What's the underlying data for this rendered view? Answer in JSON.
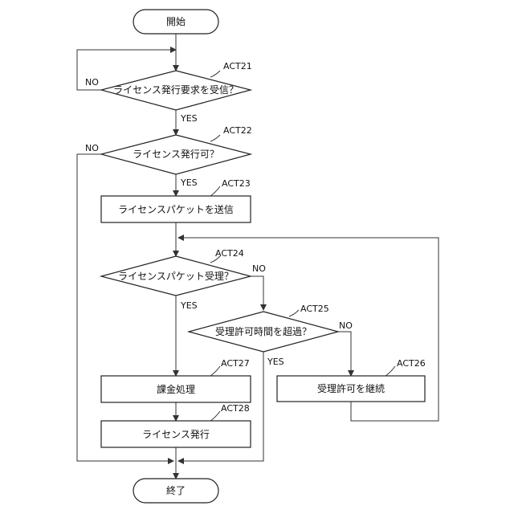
{
  "nodes": {
    "start": "開始",
    "act21": "ライセンス発行要求を受信？",
    "act22": "ライセンス発行可？",
    "act23": "ライセンスパケットを送信",
    "act24": "ライセンスパケット受理？",
    "act25": "受理許可時間を超過？",
    "act26": "受理許可を継続",
    "act27": "課金処理",
    "act28": "ライセンス発行",
    "end": "終了"
  },
  "step_labels": {
    "act21": "ACT21",
    "act22": "ACT22",
    "act23": "ACT23",
    "act24": "ACT24",
    "act25": "ACT25",
    "act26": "ACT26",
    "act27": "ACT27",
    "act28": "ACT28"
  },
  "branch_labels": {
    "yes": "YES",
    "no": "NO"
  }
}
